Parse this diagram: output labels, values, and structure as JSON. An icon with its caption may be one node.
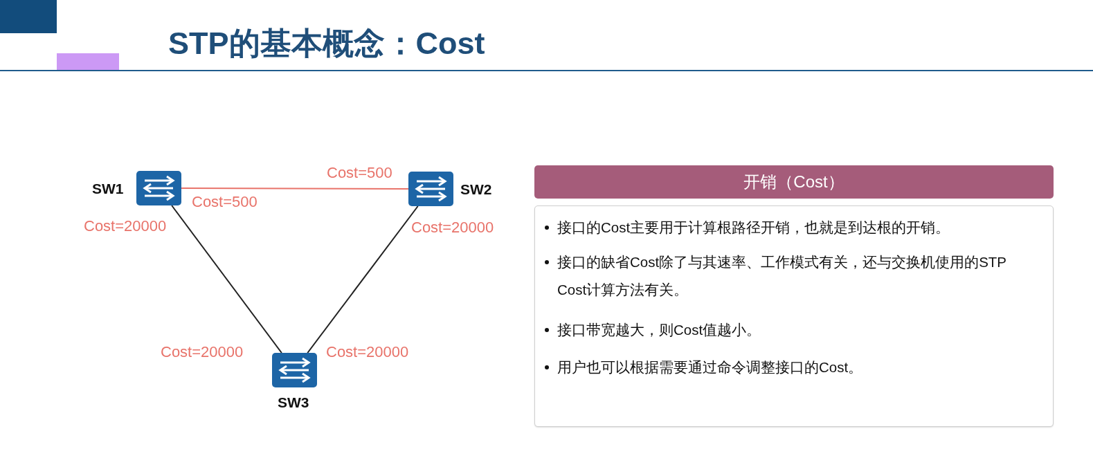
{
  "diagram": {
    "title": "STP的基本概念：Cost",
    "nodes": [
      {
        "text": [
          "SW1"
        ]
      },
      {
        "text": [
          "SW2"
        ]
      },
      {
        "text": [
          "SW3"
        ]
      },
      {
        "text": [
          "开销（Cost）"
        ]
      },
      {
        "text": [
          "接口的Cost主要用于计算根路径开销，也就是到达根的开销。",
          "接口的缺省Cost除了与其速率、工作模式有关，还与交换机使用的STP Cost计算方法有关。",
          "接口带宽越大，则Cost值越小。",
          "用户也可以根据需要通过命令调整接口的Cost。"
        ]
      }
    ],
    "edges": [
      {
        "from": 0,
        "to": 1,
        "arrow": "none",
        "color": "#e8736a"
      },
      {
        "from": 0,
        "to": 2,
        "arrow": "none"
      },
      {
        "from": 1,
        "to": 2,
        "arrow": "none"
      }
    ],
    "labels": [
      "Cost=500",
      "Cost=500",
      "Cost=20000",
      "Cost=20000",
      "Cost=20000",
      "Cost=20000"
    ]
  }
}
